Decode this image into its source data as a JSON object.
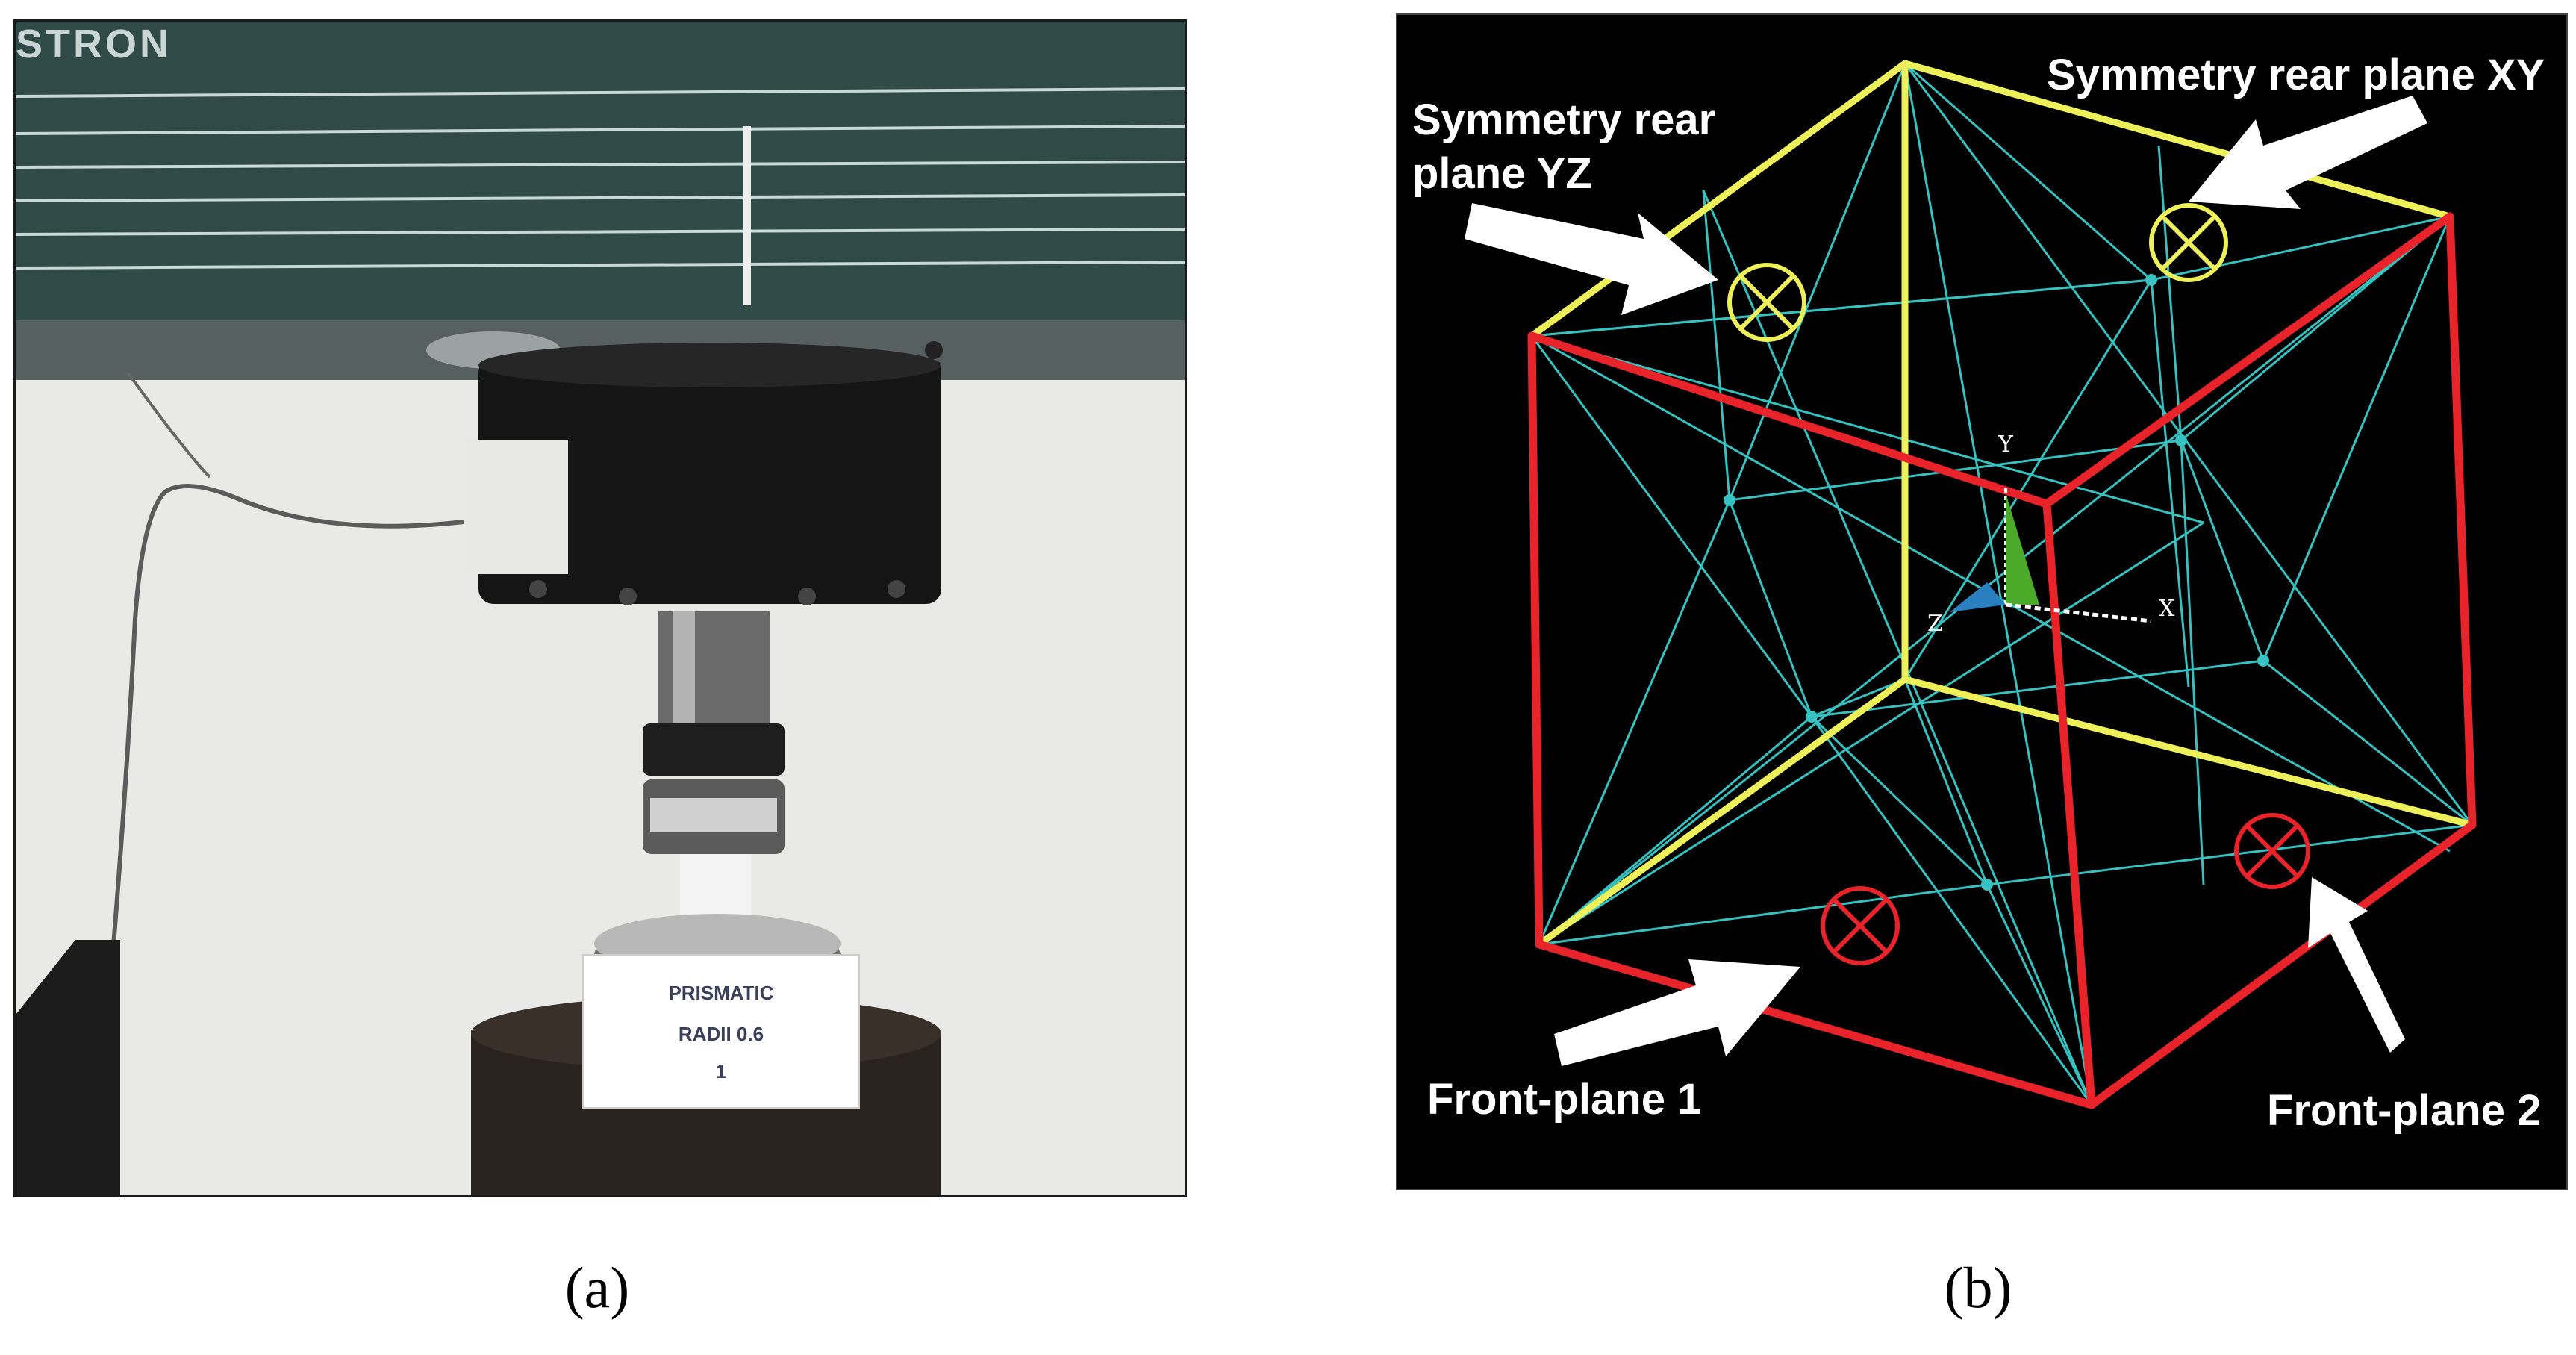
{
  "panel_a": {
    "caption": "(a)",
    "brand_text": "STRON",
    "specimen_card": {
      "line1": "PRISMATIC",
      "line2": "RADII 0.6",
      "line3": "1"
    },
    "colors": {
      "wall": "#e9e9e7",
      "crosshead": "#2f4a47",
      "load_cell": "#151515"
    }
  },
  "panel_b": {
    "caption": "(b)",
    "labels": {
      "symmetry_yz": [
        "Symmetry rear",
        "plane YZ"
      ],
      "symmetry_xy": "Symmetry rear  plane XY",
      "front_1": "Front-plane 1",
      "front_2": "Front-plane 2"
    },
    "axes": {
      "y": "Y",
      "x": "X",
      "z": "Z"
    },
    "colors": {
      "background": "#000000",
      "front_edges": "#e8232a",
      "rear_edges": "#eef05a",
      "struts": "#35c2c0",
      "arrows": "#ffffff"
    },
    "icons": [
      "symmetry-marker-icon",
      "arrow-icon",
      "axis-triad-icon"
    ]
  }
}
